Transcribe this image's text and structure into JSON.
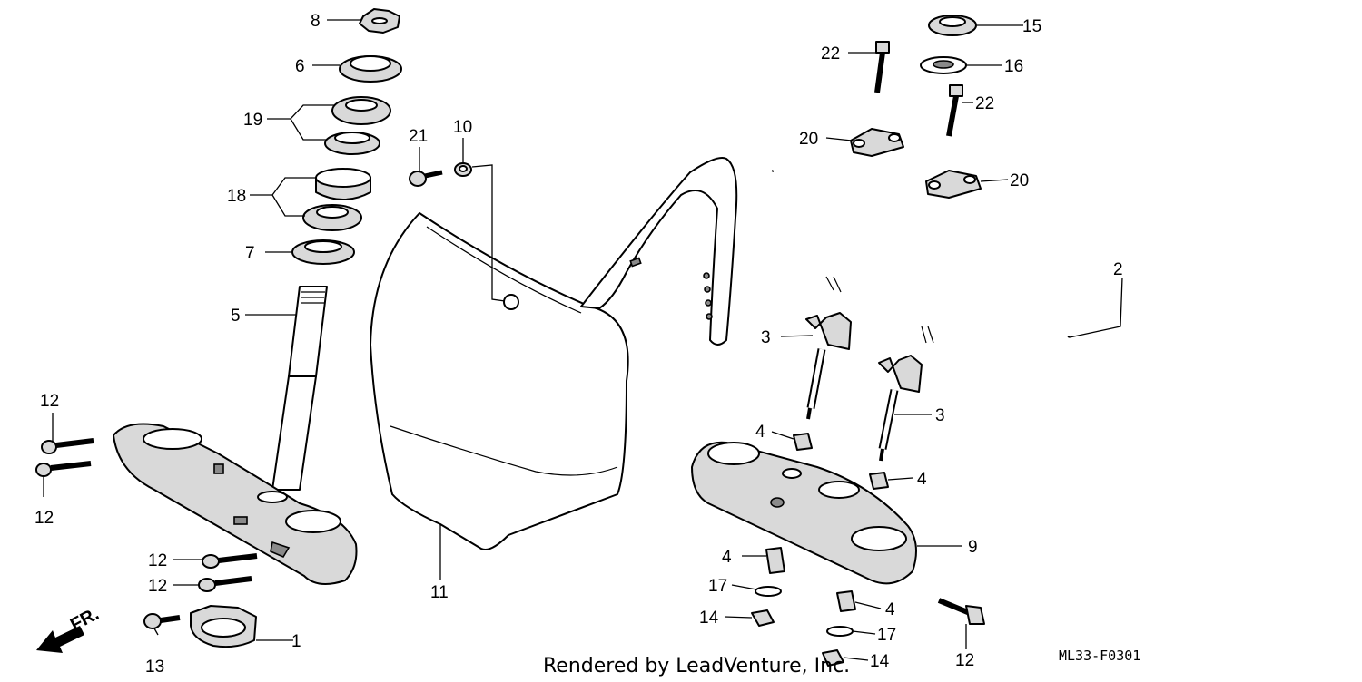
{
  "labels": [
    "1",
    "2",
    "3",
    "3",
    "4",
    "4",
    "4",
    "4",
    "5",
    "6",
    "7",
    "8",
    "9",
    "10",
    "11",
    "12",
    "12",
    "12",
    "12",
    "12",
    "13",
    "14",
    "14",
    "15",
    "16",
    "17",
    "17",
    "18",
    "19",
    "20",
    "20",
    "21",
    "22",
    "22"
  ],
  "direction_marker": "FR.",
  "diagram_code": "ML33-F0301",
  "credit": "Rendered by LeadVenture, Inc."
}
